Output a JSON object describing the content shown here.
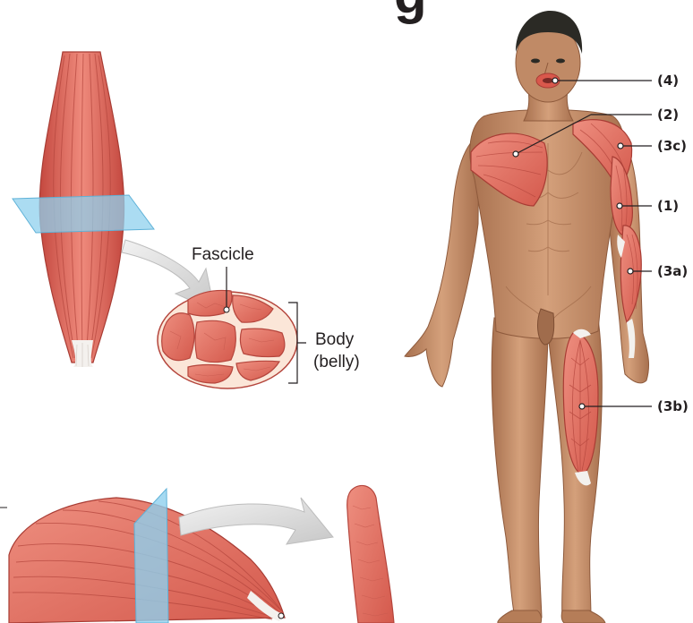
{
  "fascicle_label": "Fascicle",
  "body_label_line1": "Body",
  "body_label_line2": "(belly)",
  "title_fragment": "g",
  "callouts": {
    "l4": "(4)",
    "l2": "(2)",
    "l3c": "(3c)",
    "l1": "(1)",
    "l3a": "(3a)",
    "l3b": "(3b)"
  },
  "colors": {
    "muscle": "#e0685a",
    "muscle_dark": "#b8413a",
    "muscle_light": "#f29a8c",
    "tendon": "#f3f1ee",
    "plane": "#8fd0ee",
    "skin": "#c9946f",
    "skin_shadow": "#a8714f",
    "hair": "#2b2a25",
    "arrow": "#d4d4d4"
  }
}
